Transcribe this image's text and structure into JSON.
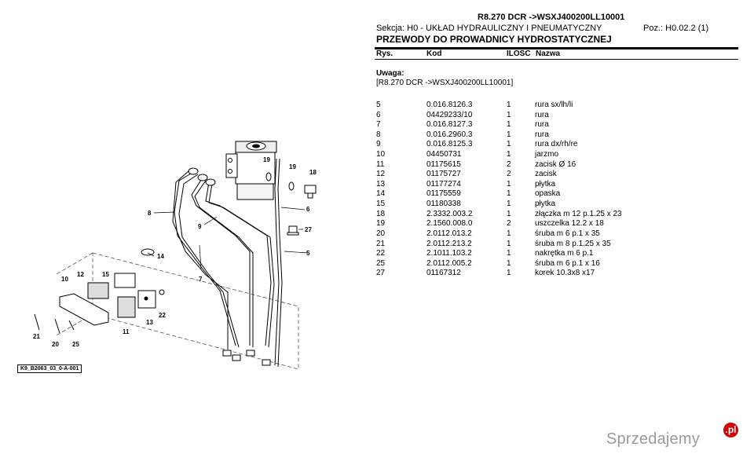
{
  "header": {
    "title": "R8.270 DCR ->WSXJ400200LL10001",
    "section": "Sekcja: H0 - UKŁAD HYDRAULICZNY I PNEUMATYCZNY",
    "position": "Poz.: H0.02.2 (1)",
    "subtitle": "PRZEWODY DO PROWADNICY HYDROSTATYCZNEJ"
  },
  "columns": {
    "rys": "Rys.",
    "kod": "Kod",
    "ilosc": "ILOSC",
    "nazwa": "Nazwa"
  },
  "note": {
    "label": "Uwaga:",
    "text": "[R8.270 DCR ->WSXJ400200LL10001]"
  },
  "parts": [
    {
      "rys": "5",
      "kod": "0.016.8126.3",
      "ilosc": "1",
      "nazwa": "rura sx/lh/li"
    },
    {
      "rys": "6",
      "kod": "04429233/10",
      "ilosc": "1",
      "nazwa": "rura"
    },
    {
      "rys": "7",
      "kod": "0.016.8127.3",
      "ilosc": "1",
      "nazwa": "rura"
    },
    {
      "rys": "8",
      "kod": "0.016.2960.3",
      "ilosc": "1",
      "nazwa": "rura"
    },
    {
      "rys": "9",
      "kod": "0.016.8125.3",
      "ilosc": "1",
      "nazwa": "rura dx/rh/re"
    },
    {
      "rys": "10",
      "kod": "04450731",
      "ilosc": "1",
      "nazwa": "jarzmo"
    },
    {
      "rys": "11",
      "kod": "01175615",
      "ilosc": "2",
      "nazwa": "zacisk Ø 16"
    },
    {
      "rys": "12",
      "kod": "01175727",
      "ilosc": "2",
      "nazwa": "zacisk"
    },
    {
      "rys": "13",
      "kod": "01177274",
      "ilosc": "1",
      "nazwa": "płytka"
    },
    {
      "rys": "14",
      "kod": "01175559",
      "ilosc": "1",
      "nazwa": "opaska"
    },
    {
      "rys": "15",
      "kod": "01180338",
      "ilosc": "1",
      "nazwa": "płytka"
    },
    {
      "rys": "18",
      "kod": "2.3332.003.2",
      "ilosc": "1",
      "nazwa": "złączka m 12 p.1.25 x 23"
    },
    {
      "rys": "19",
      "kod": "2.1560.008.0",
      "ilosc": "2",
      "nazwa": "uszczelka 12.2 x 18"
    },
    {
      "rys": "20",
      "kod": "2.0112.013.2",
      "ilosc": "1",
      "nazwa": "śruba m 6 p.1 x 35"
    },
    {
      "rys": "21",
      "kod": "2.0112.213.2",
      "ilosc": "1",
      "nazwa": "śruba m 8 p.1.25 x 35"
    },
    {
      "rys": "22",
      "kod": "2.1011.103.2",
      "ilosc": "1",
      "nazwa": "nakrętka m 6 p.1"
    },
    {
      "rys": "25",
      "kod": "2.0112.005.2",
      "ilosc": "1",
      "nazwa": "śruba m 6 p.1 x 16"
    },
    {
      "rys": "27",
      "kod": "01167312",
      "ilosc": "1",
      "nazwa": "korek 10.3x8 x17"
    }
  ],
  "diagram": {
    "reference": "K9_B2063_03_0-A-001",
    "labels": [
      "5",
      "6",
      "7",
      "8",
      "9",
      "10",
      "11",
      "12",
      "13",
      "14",
      "15",
      "18",
      "19",
      "20",
      "21",
      "22",
      "25",
      "27"
    ]
  },
  "watermark": {
    "text": "Sprzedajemy",
    "badge": ".pl"
  }
}
